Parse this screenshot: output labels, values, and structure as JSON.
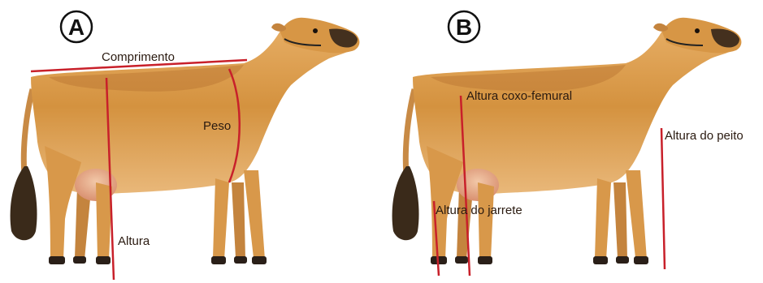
{
  "panels": [
    {
      "badge": "A",
      "labels": {
        "comprimento": "Comprimento",
        "peso": "Peso",
        "altura": "Altura"
      }
    },
    {
      "badge": "B",
      "labels": {
        "coxo_femural": "Altura coxo-femural",
        "peito": "Altura do peito",
        "jarrete": "Altura do jarrete"
      }
    }
  ],
  "colors": {
    "measure_line": "#c8202a",
    "cow_body": "#d99a4a",
    "cow_shadow": "#b87430",
    "tail_switch": "#3a2a1a",
    "hoof": "#2a1f18"
  }
}
